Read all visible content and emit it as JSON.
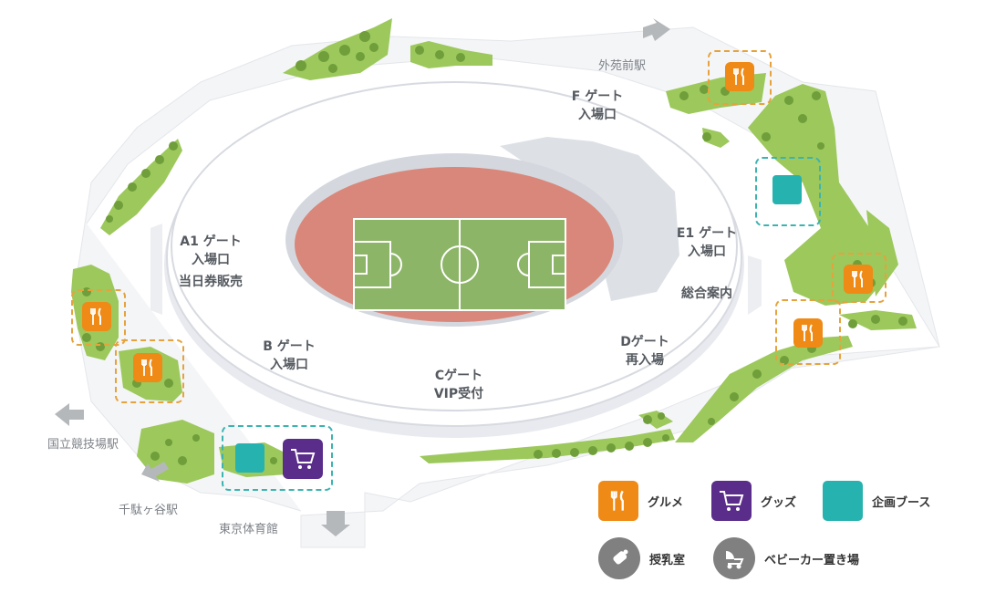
{
  "colors": {
    "green": "#9cc85c",
    "tree": "#6f9e3a",
    "track": "#d9877a",
    "pitch": "#8db567",
    "stands": "#e6e8ec",
    "gourmet": "#ef8a16",
    "goods": "#5a2d8a",
    "booth": "#26b3b0",
    "station_arrow": "#b5b8bb"
  },
  "gates": {
    "f": [
      "F ゲート",
      "入場口"
    ],
    "a1": [
      "A1 ゲート",
      "入場口",
      "当日券販売"
    ],
    "e1": [
      "E1 ゲート",
      "入場口"
    ],
    "info": "総合案内",
    "b": [
      "B ゲート",
      "入場口"
    ],
    "c": [
      "Cゲート",
      "VIP受付"
    ],
    "d": [
      "Dゲート",
      "再入場"
    ]
  },
  "stations": {
    "gaienmae": "外苑前駅",
    "kokuritsu": "国立競技場駅",
    "sendagaya": "千駄ヶ谷駅",
    "gymnasium": "東京体育館"
  },
  "legend": {
    "gourmet": {
      "label": "グルメ",
      "icon": "fork-knife-icon"
    },
    "goods": {
      "label": "グッズ",
      "icon": "shopping-cart-icon"
    },
    "booth": {
      "label": "企画ブース",
      "icon": "teal-square-icon"
    },
    "nursing": {
      "label": "授乳室",
      "icon": "baby-bottle-icon"
    },
    "stroller": {
      "label": "ベビーカー置き場",
      "icon": "stroller-icon"
    }
  }
}
